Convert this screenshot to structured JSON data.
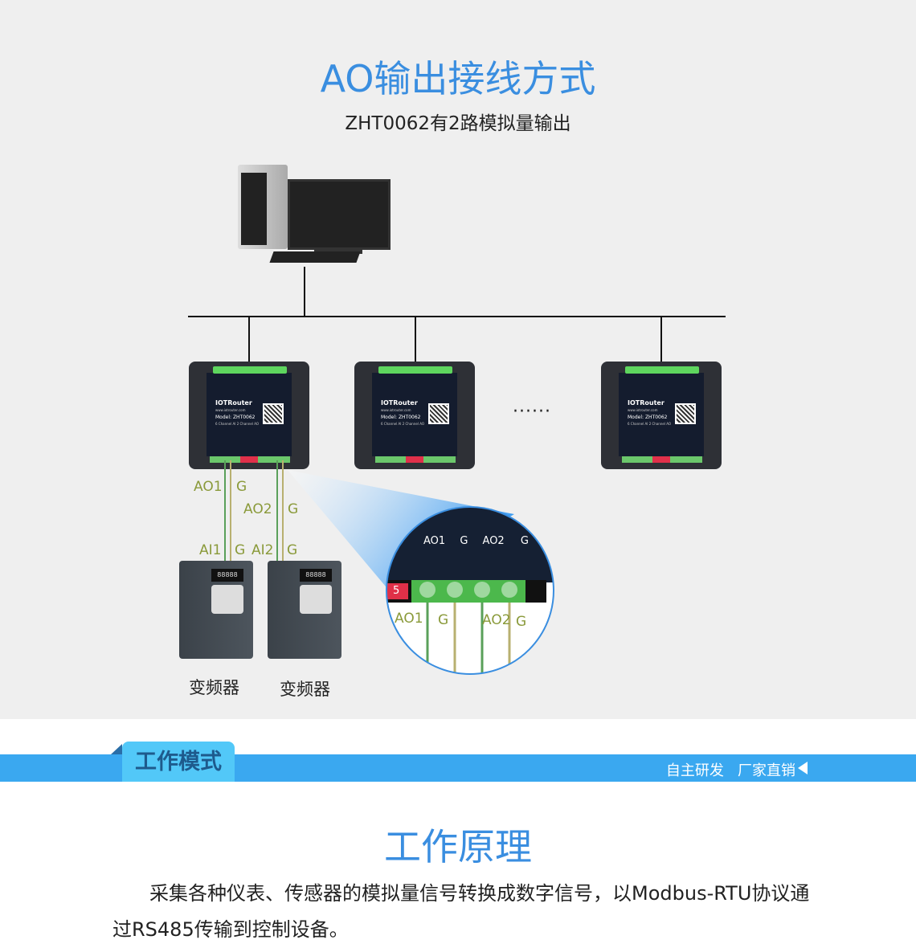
{
  "header": {
    "title": "AO输出接线方式",
    "subtitle": "ZHT0062有2路模拟量输出"
  },
  "device": {
    "brand": "IOTRouter",
    "url": "www.iotrouter.com",
    "model": "Model:  ZHT0062",
    "desc": "6 Channel AI 2 Channel AO"
  },
  "ellipsis": "······",
  "wires": {
    "ao1": "AO1",
    "g1": "G",
    "ao2": "AO2",
    "g2": "G",
    "ai1": "AI1",
    "g3": "G",
    "ai2": "AI2",
    "g4": "G"
  },
  "inverters": [
    {
      "label": "变频器",
      "display": "88888"
    },
    {
      "label": "变频器",
      "display": "88888"
    }
  ],
  "zoom": {
    "top_labels": [
      "AO1",
      "G",
      "AO2",
      "G"
    ],
    "pin": "5",
    "bottom_labels": [
      "AO1",
      "G",
      "AO2",
      "G"
    ]
  },
  "banner": {
    "tab": "工作模式",
    "slogan": "自主研发   厂家直销"
  },
  "principle": {
    "title": "工作原理",
    "text": "采集各种仪表、传感器的模拟量信号转换成数字信号，以Modbus-RTU协议通过RS485传输到控制设备。"
  },
  "colors": {
    "accent": "#3a8ee0",
    "band": "#3aa8f0",
    "tab": "#52c8f8"
  }
}
